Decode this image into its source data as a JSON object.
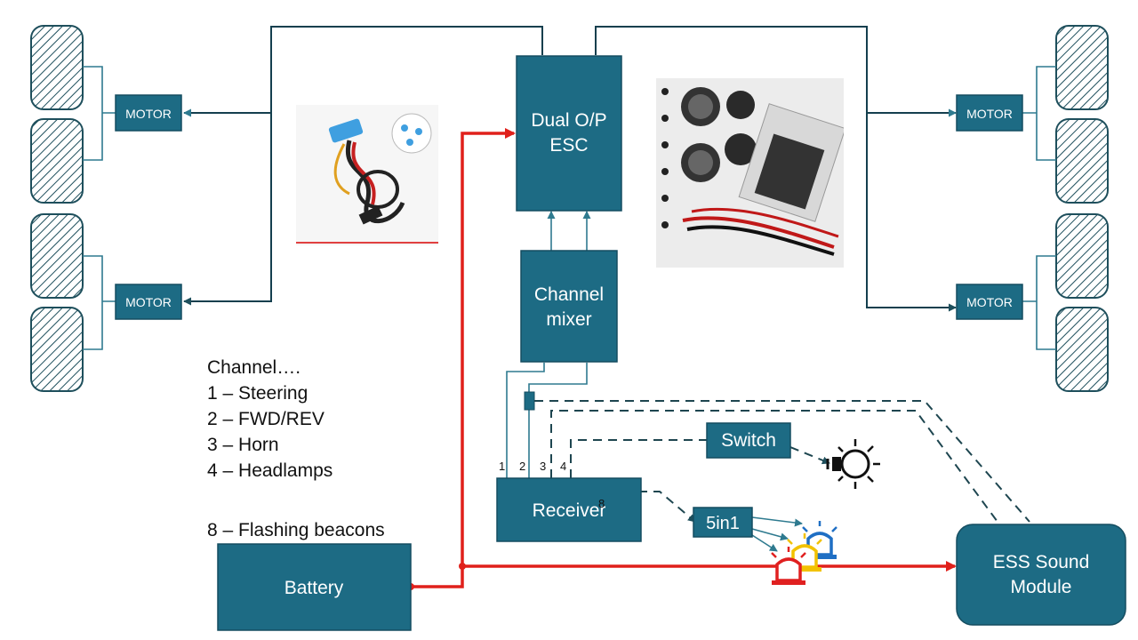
{
  "blocks": {
    "esc": [
      "Dual O/P",
      "ESC"
    ],
    "mixer": [
      "Channel",
      "mixer"
    ],
    "receiver": "Receiver",
    "battery": "Battery",
    "switch": "Switch",
    "fivein1": "5in1",
    "sound": [
      "ESS Sound",
      "Module"
    ],
    "motor_label": "MOTOR"
  },
  "legend": {
    "heading": "Channel….",
    "items": [
      "1 – Steering",
      "2 – FWD/REV",
      "3 – Horn",
      "4 – Headlamps"
    ],
    "beacons": "8 – Flashing beacons"
  },
  "receiver_pins": [
    "1",
    "2",
    "3",
    "4"
  ],
  "receiver_pin8": "8",
  "colors": {
    "block_fill": "#1d6b84",
    "power_wire": "#e0201b",
    "signal_wire": "#143f4e",
    "beacon_red": "#e02020",
    "beacon_yellow": "#f2c200",
    "beacon_blue": "#1f6fc4"
  },
  "icons": [
    "wheel-icon",
    "light-bulb-icon",
    "beacon-icon"
  ]
}
